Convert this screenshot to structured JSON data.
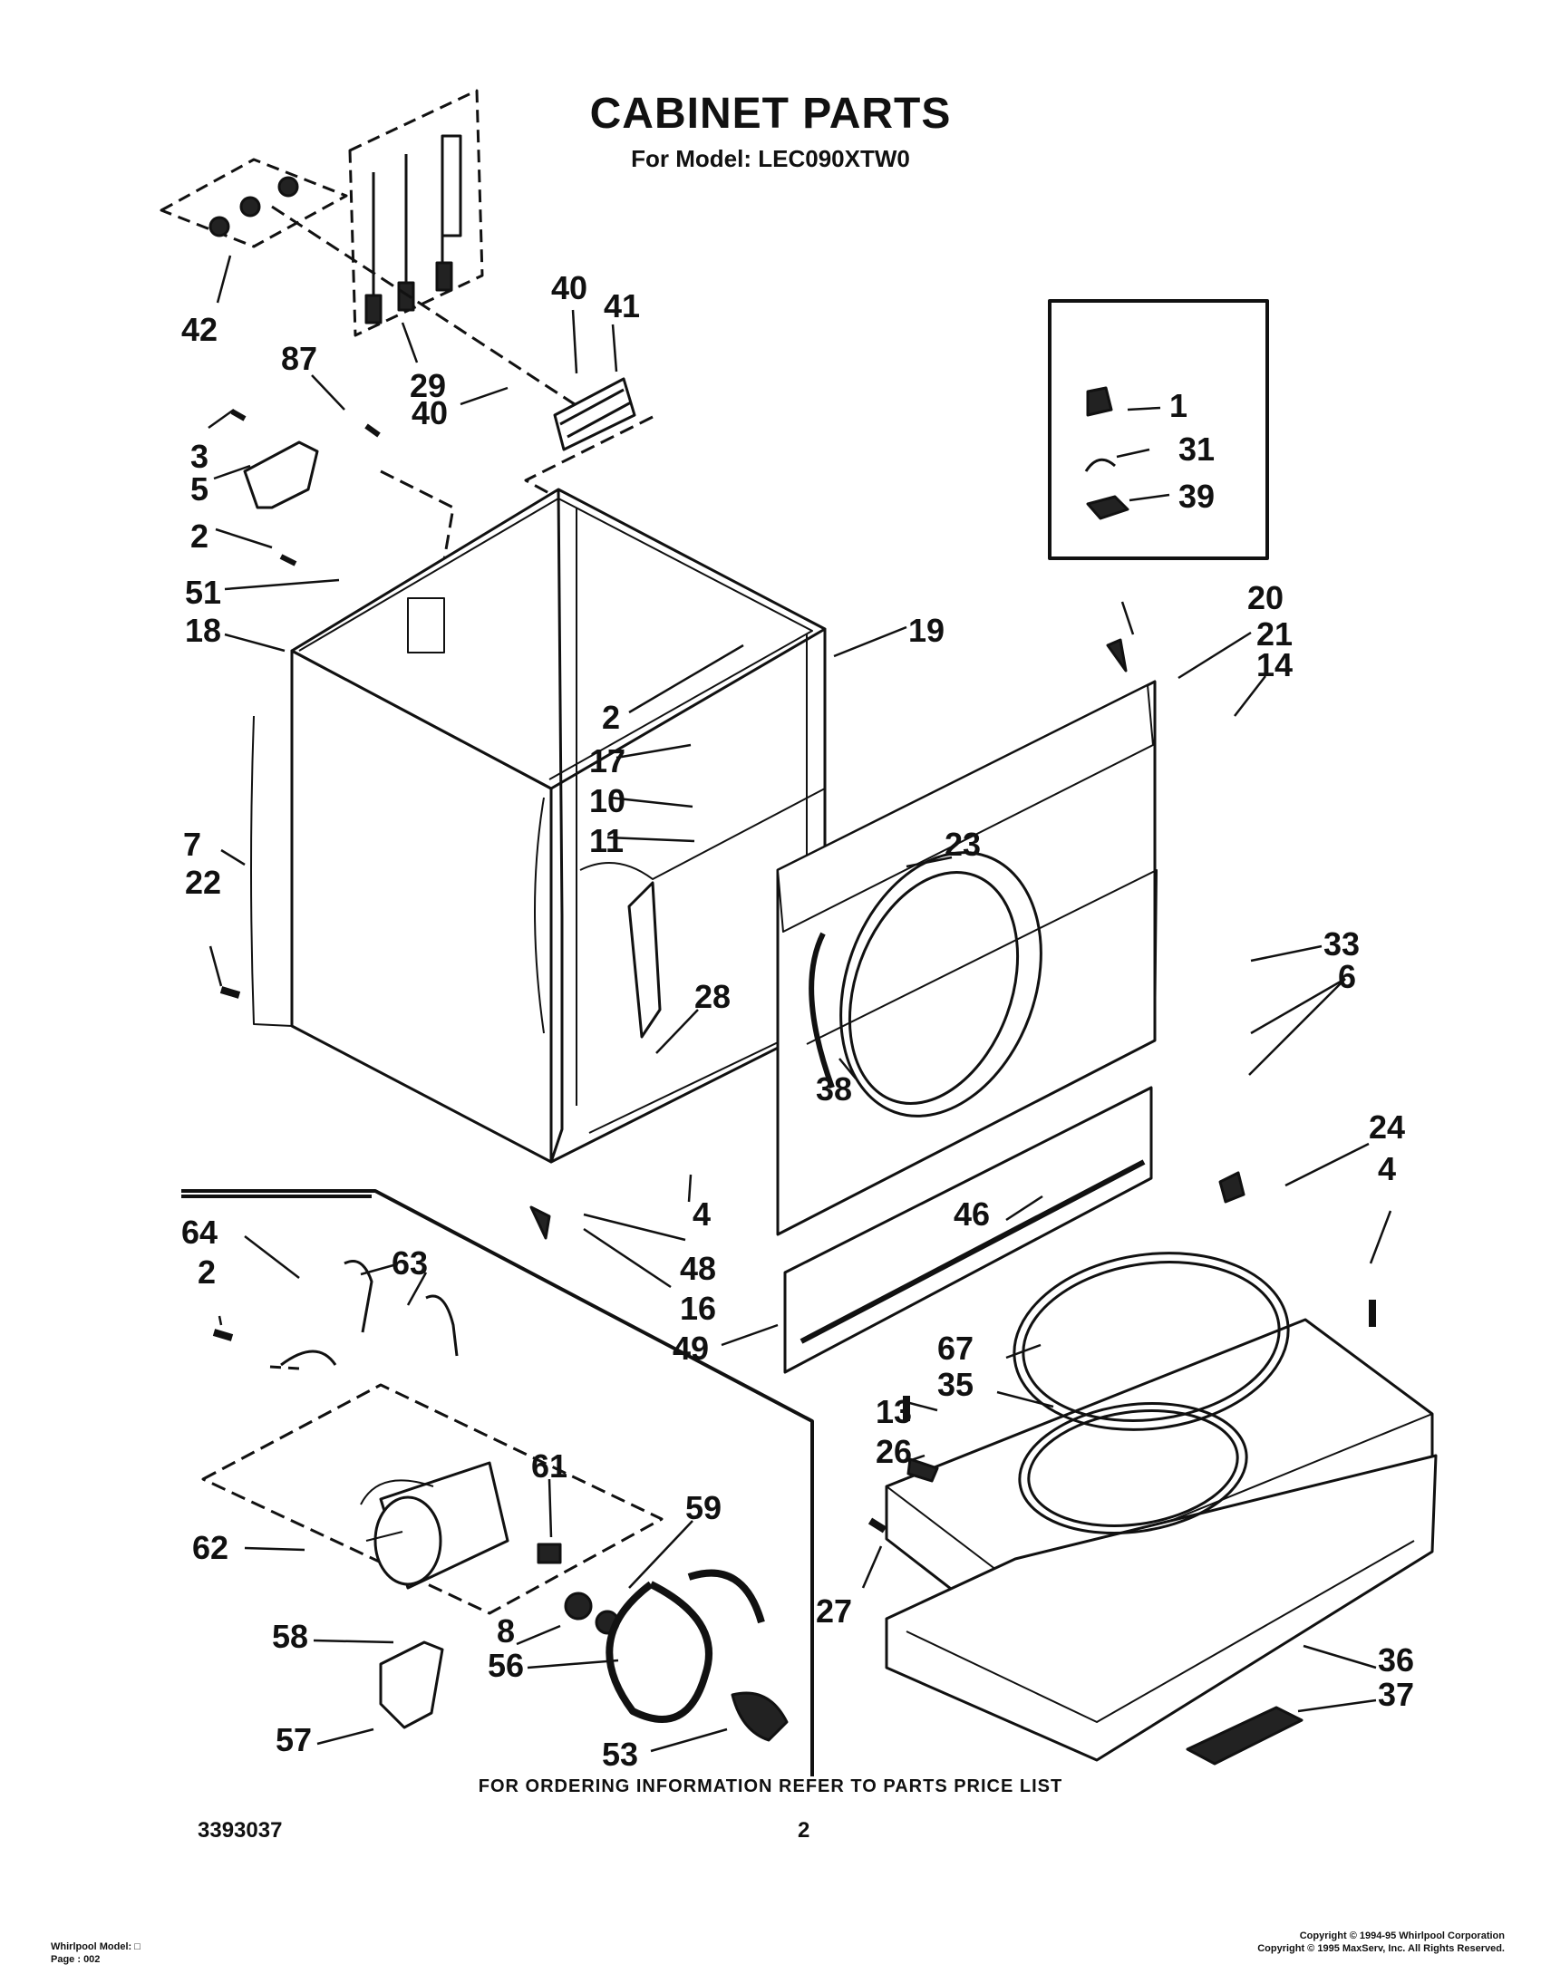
{
  "header": {
    "title": "CABINET PARTS",
    "subtitle": "For Model: LEC090XTW0"
  },
  "callouts": [
    "1",
    "31",
    "39",
    "42",
    "29",
    "40",
    "41",
    "87",
    "3",
    "5",
    "40",
    "2",
    "51",
    "18",
    "7",
    "22",
    "19",
    "2",
    "17",
    "10",
    "11",
    "20",
    "21",
    "14",
    "23",
    "33",
    "6",
    "28",
    "38",
    "4",
    "48",
    "16",
    "46",
    "24",
    "4",
    "64",
    "63",
    "2",
    "49",
    "67",
    "35",
    "13",
    "26",
    "61",
    "59",
    "62",
    "8",
    "56",
    "58",
    "27",
    "36",
    "37",
    "57",
    "53"
  ],
  "footer": {
    "ordering_note": "FOR ORDERING INFORMATION REFER TO PARTS PRICE LIST",
    "doc_number": "3393037",
    "page_number": "2",
    "left_line1": "Whirlpool Model: □",
    "left_line2": "Page : 002",
    "right_line1": "Copyright © 1994-95 Whirlpool Corporation",
    "right_line2": "Copyright © 1995 MaxServ, Inc. All Rights Reserved."
  }
}
